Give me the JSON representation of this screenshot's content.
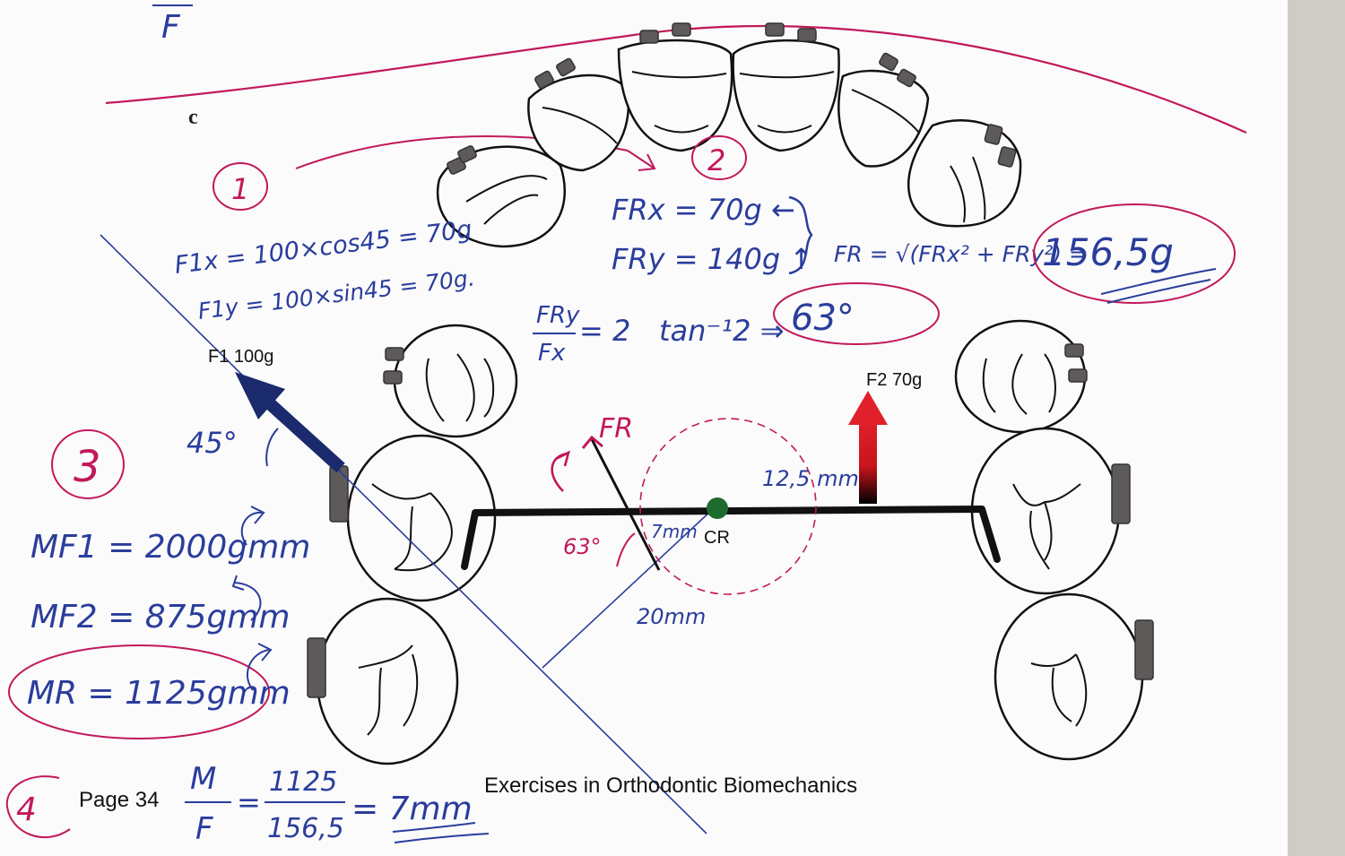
{
  "printed": {
    "panel_letter": "c",
    "f1_label": "F1 100g",
    "f2_label": "F2  70g",
    "cr_label": "CR",
    "page_label": "Page 34",
    "book_title": "Exercises in Orthodontic Biomechanics"
  },
  "handwritten": {
    "top_fraction_fragment": "F",
    "step1": "1",
    "step2": "2",
    "step3": "3",
    "step4": "4",
    "f1x": "F1x = 100×cos45 = 70g",
    "f1y": "F1y = 100×sin45 = 70g.",
    "frx": "FRx = 70g ←",
    "fry": "FRy = 140g ↑",
    "fr_formula": "FR = √(FRx² + FRy²) =",
    "fr_value": "156,5g",
    "ratio_num": "FRy",
    "ratio_den": "Fx",
    "ratio_result": "= 2",
    "arctan": "tan⁻¹2 ⇒",
    "angle_result": "63°",
    "fr_vector": "FR",
    "angle_45": "45°",
    "angle_63": "63°",
    "dist_7": "7mm",
    "dist_12_5": "12,5 mm",
    "dist_20": "20mm",
    "moment_f1": "MF1 = 2000gmm",
    "moment_f2": "MF2 = 875gmm",
    "moment_r": "MR = 1125gmm",
    "mf_m": "M",
    "mf_f": "F",
    "mf_num": "1125",
    "mf_den": "156,5",
    "mf_result": "= 7mm"
  },
  "colors": {
    "paper": "#fbfbfb",
    "ink_blue": "#2a3d9c",
    "ink_red": "#c2185b",
    "f1_arrow": "#1a2a6c",
    "f2_arrow": "#d0161f",
    "cr_dot": "#1e6b2e",
    "archwire": "#111111"
  }
}
